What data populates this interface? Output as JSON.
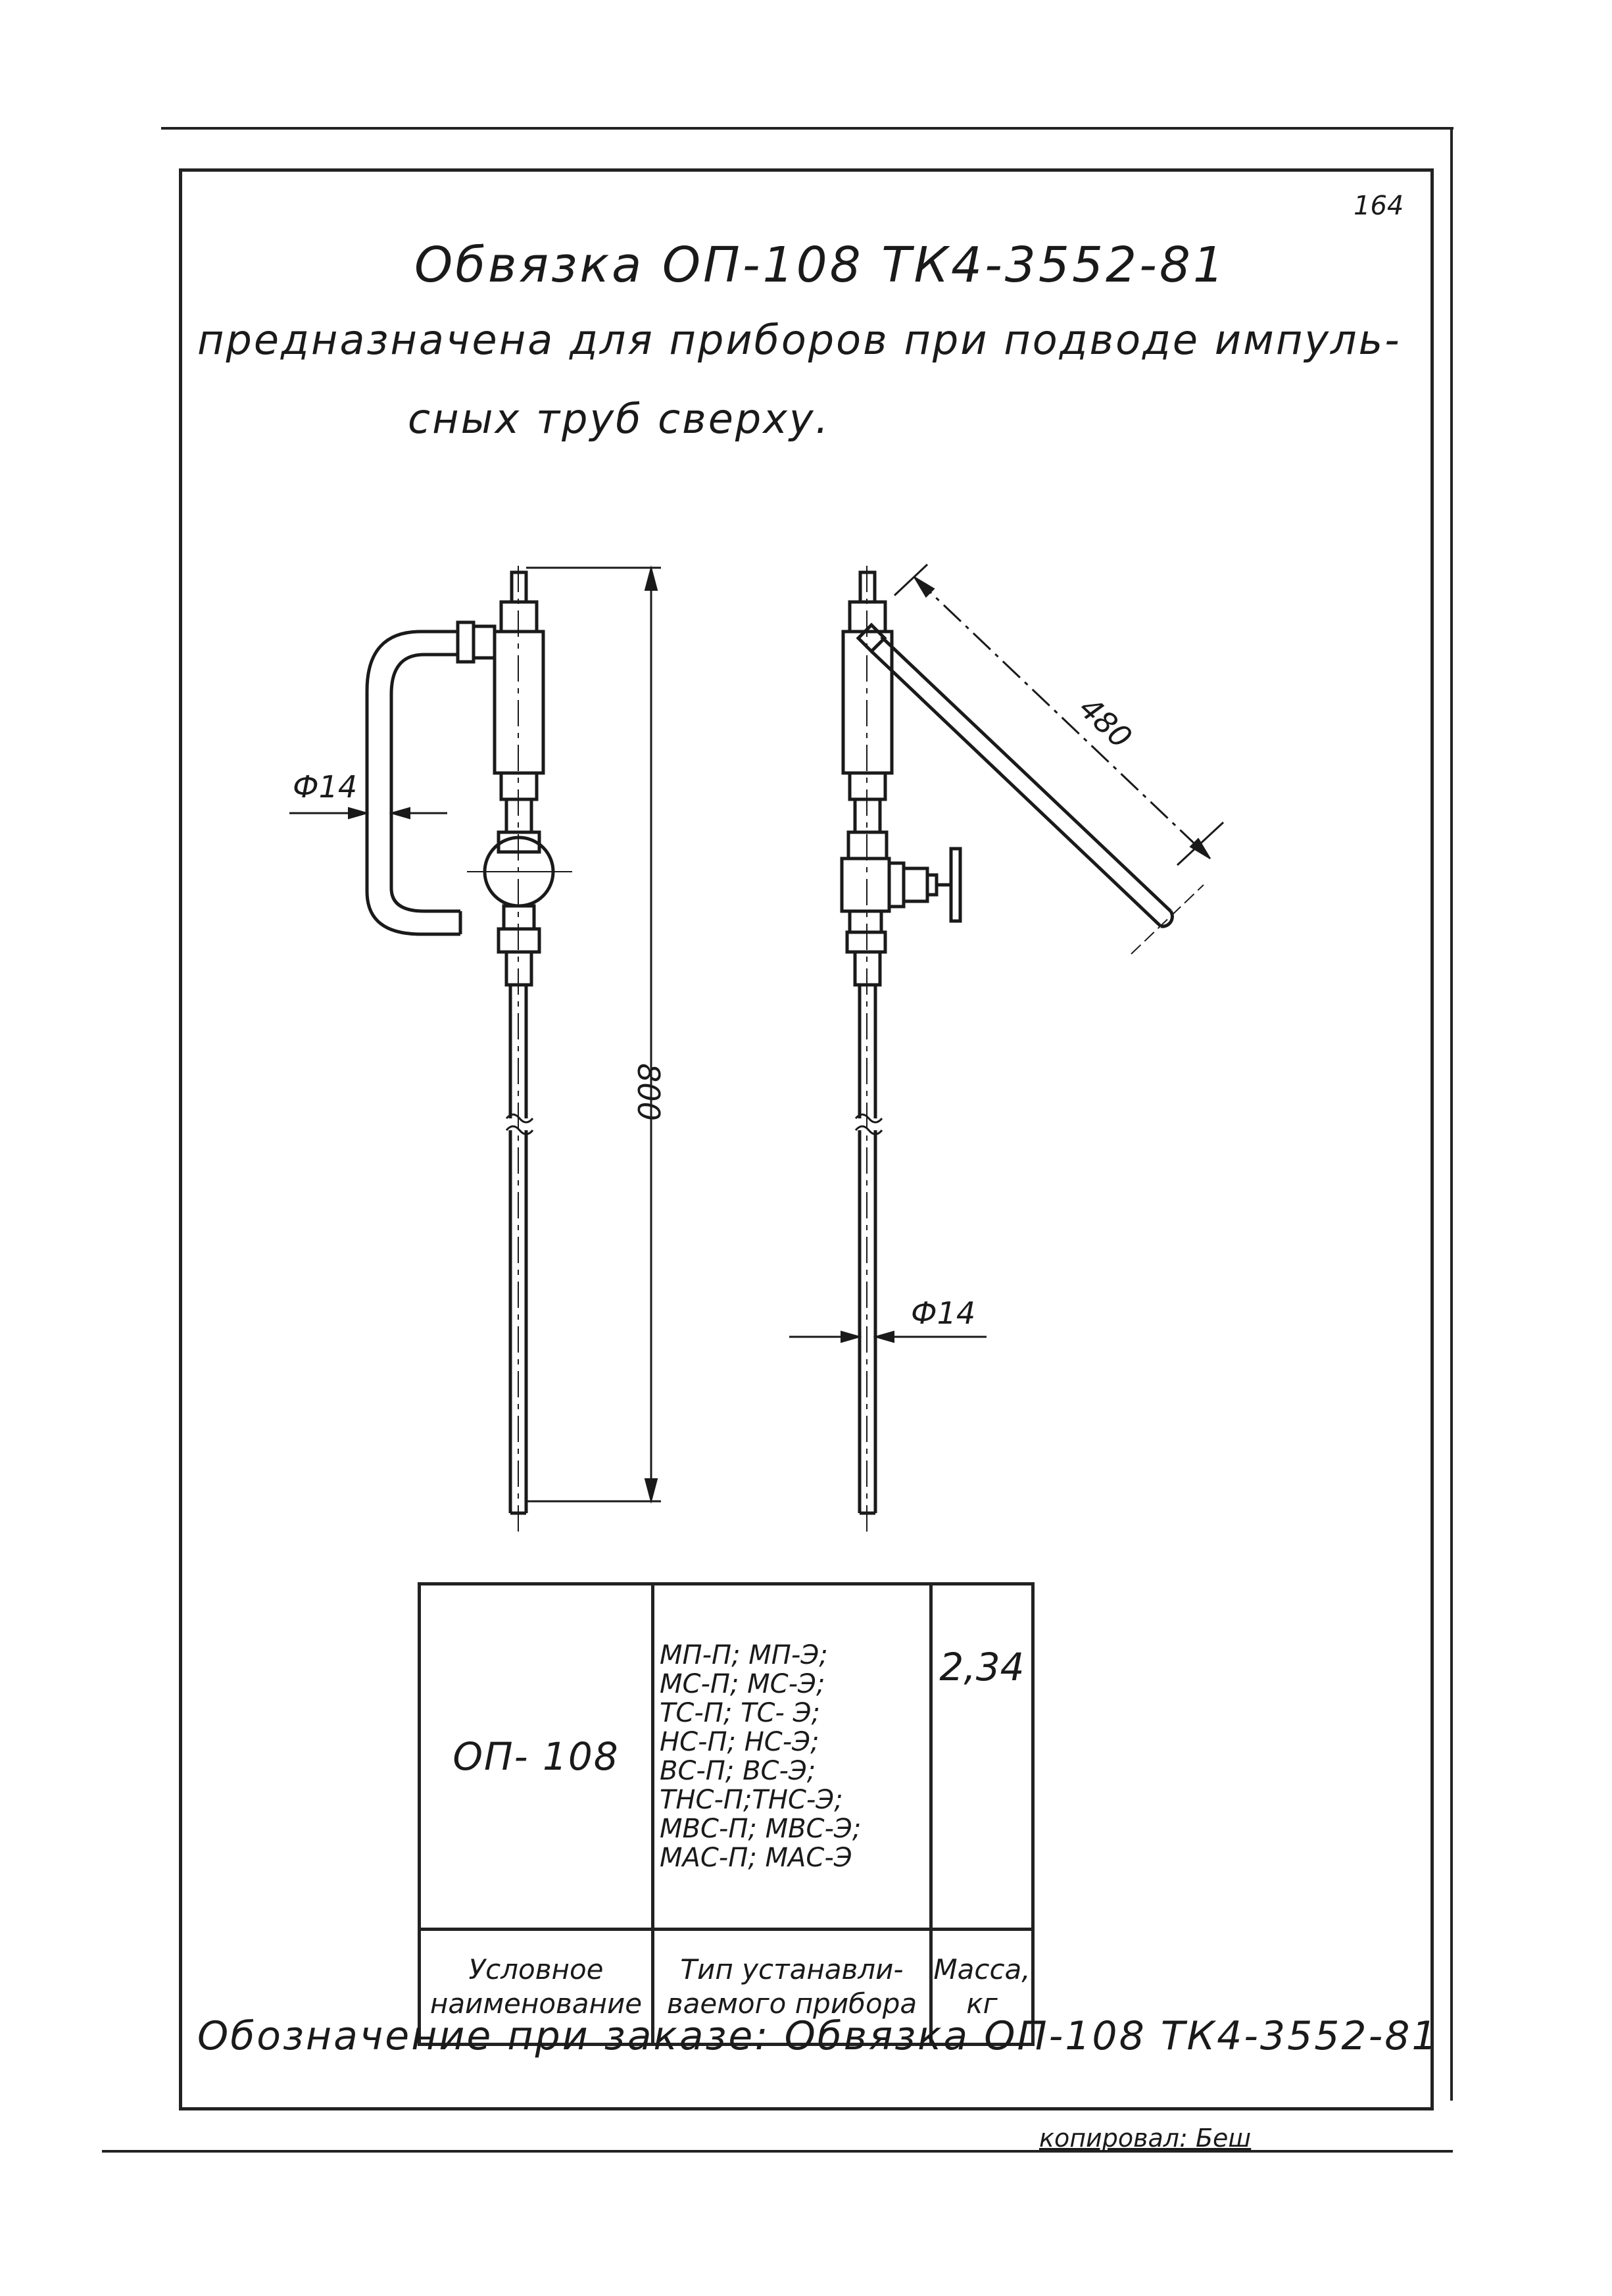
{
  "page": {
    "number": "164",
    "title": "Обвязка ОП-108 ТК4-3552-81",
    "description_line1": "предназначена для приборов при подводе импуль-",
    "description_line2": "сных труб сверху.",
    "order_designation": "Обозначение при заказе: Обвязка ОП-108 ТК4-3552-81",
    "copied_by": "копировал: Беш"
  },
  "drawing": {
    "dim_diameter_left": "Ф14",
    "dim_length": "800",
    "dim_angled": "480",
    "dim_diameter_right": "Ф14"
  },
  "table": {
    "name": "ОП- 108",
    "instrument_types": [
      "МП-П; МП-Э;",
      "МС-П; МС-Э;",
      "ТС-П; ТС- Э;",
      "НС-П; НС-Э;",
      "ВС-П; ВС-Э;",
      "ТНС-П;ТНС-Э;",
      "МВС-П; МВС-Э;",
      "МАС-П; МАС-Э"
    ],
    "mass": "2,34",
    "header_name_1": "Условное",
    "header_name_2": "наименование",
    "header_type_1": "Тип устанавли-",
    "header_type_2": "ваемого прибора",
    "header_mass_1": "Масса,",
    "header_mass_2": "кг"
  }
}
